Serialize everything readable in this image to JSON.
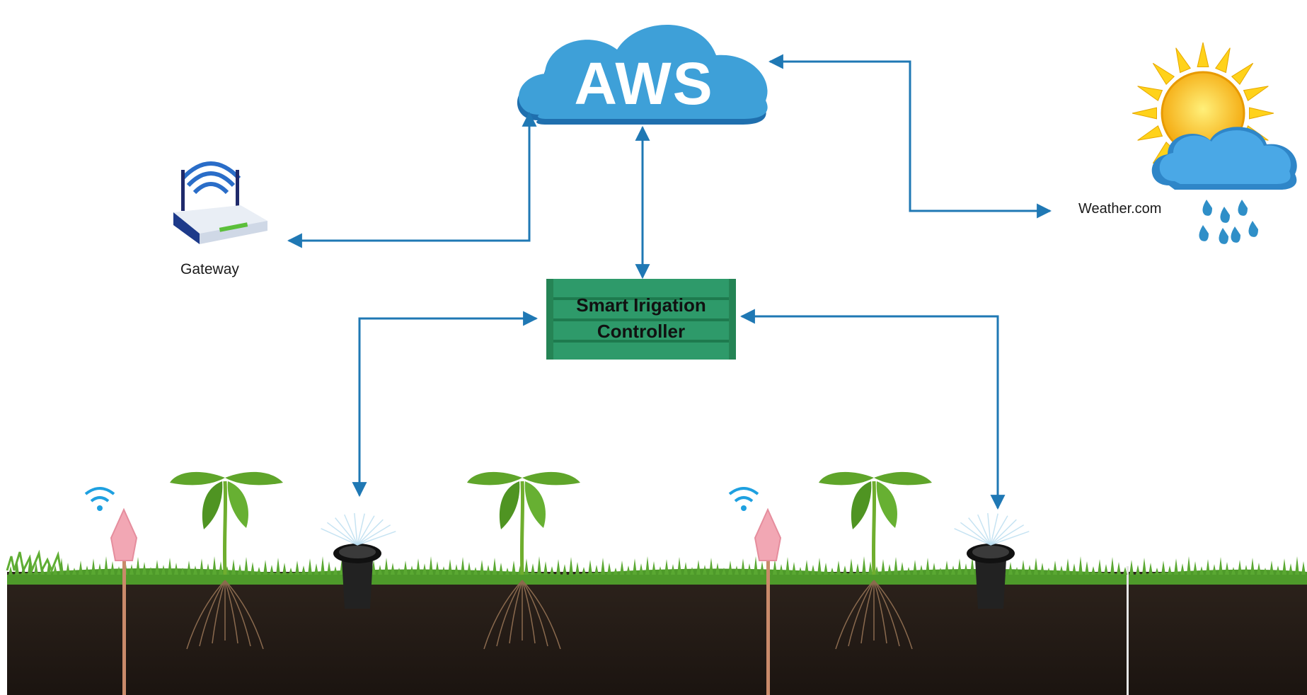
{
  "nodes": {
    "cloud": {
      "label": "AWS",
      "icon": "cloud-icon"
    },
    "gateway": {
      "label": "Gateway",
      "icon": "wifi-router-icon"
    },
    "weather": {
      "label": "Weather.com",
      "icon": "sun-rain-cloud-icon"
    },
    "controller": {
      "line1": "Smart Irigation",
      "line2": "Controller",
      "icon": "controller-box-icon"
    }
  },
  "field": {
    "items": [
      "soil-moisture-sensor-icon",
      "plant-icon",
      "sprinkler-icon",
      "plant-icon",
      "soil-moisture-sensor-icon",
      "plant-icon",
      "sprinkler-icon"
    ]
  },
  "colors": {
    "connector": "#1f78b4",
    "cloud": "#3ea0d8",
    "controller": "#2e9a6a",
    "soil": "#231b16",
    "grass": "#4e9a2a"
  }
}
